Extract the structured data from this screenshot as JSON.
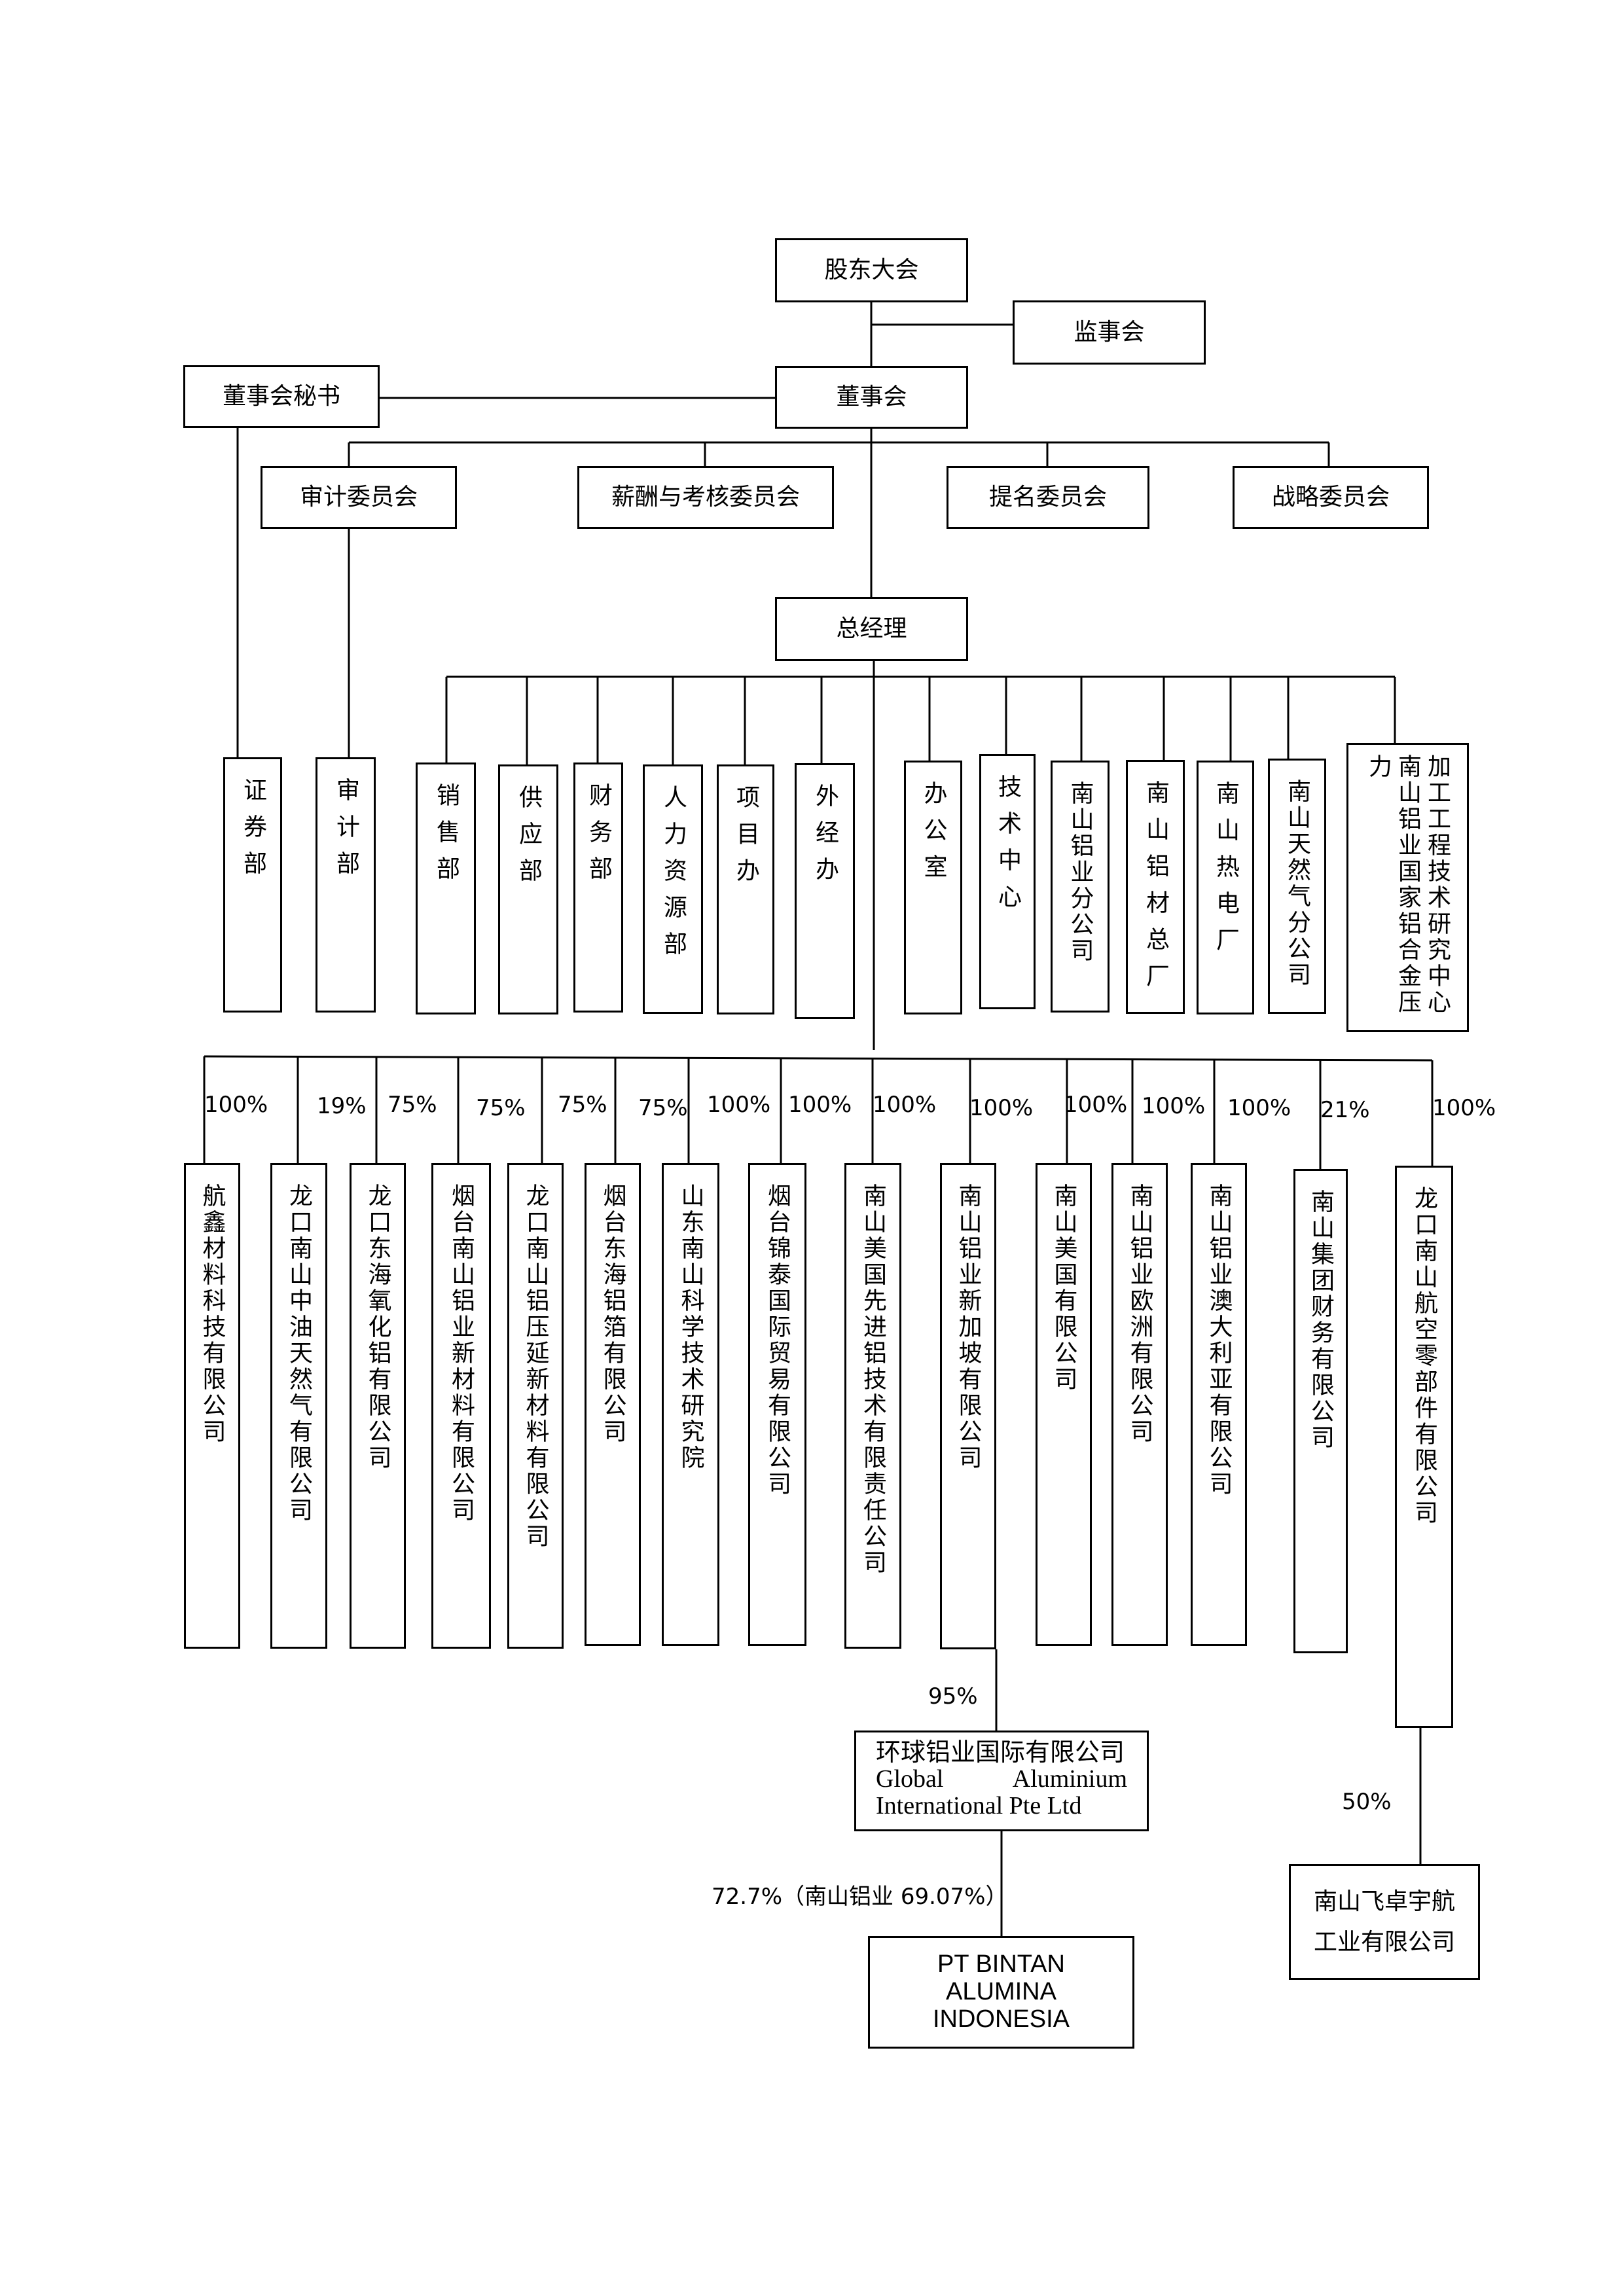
{
  "top": {
    "shareholders": "股东大会",
    "supervisors": "监事会",
    "board": "董事会",
    "board_secretary": "董事会秘书",
    "general_manager": "总经理"
  },
  "committees": [
    "审计委员会",
    "薪酬与考核委员会",
    "提名委员会",
    "战略委员会"
  ],
  "departments": {
    "securities": "证券部",
    "audit": "审计部",
    "list": [
      "销售部",
      "供应部",
      "财务部",
      "人力资源部",
      "项目办",
      "外经办",
      "办公室",
      "技术中心",
      "南山铝业分公司",
      "南山铝材总厂",
      "南山热电厂",
      "南山天然气分公司"
    ],
    "research_center": [
      "南山铝业国家铝合金压力",
      "加工工程技术研究中心"
    ]
  },
  "subsidiaries": [
    {
      "pct": "100%",
      "name": "航鑫材料科技有限公司"
    },
    {
      "pct": "19%",
      "name": "龙口南山中油天然气有限公司"
    },
    {
      "pct": "75%",
      "name": "龙口东海氧化铝有限公司"
    },
    {
      "pct": "75%",
      "name": "烟台南山铝业新材料有限公司"
    },
    {
      "pct": "75%",
      "name": "龙口南山铝压延新材料有限公司"
    },
    {
      "pct": "75%",
      "name": "烟台东海铝箔有限公司"
    },
    {
      "pct": "100%",
      "name": "山东南山科学技术研究院"
    },
    {
      "pct": "100%",
      "name": "烟台锦泰国际贸易有限公司"
    },
    {
      "pct": "100%",
      "name": "南山美国先进铝技术有限责任公司"
    },
    {
      "pct": "100%",
      "name": "南山铝业新加坡有限公司"
    },
    {
      "pct": "100%",
      "name": "南山美国有限公司"
    },
    {
      "pct": "100%",
      "name": "南山铝业欧洲有限公司"
    },
    {
      "pct": "100%",
      "name": "南山铝业澳大利亚有限公司"
    },
    {
      "pct": "21%",
      "name": "南山集团财务有限公司"
    },
    {
      "pct": "100%",
      "name": "龙口南山航空零部件有限公司"
    }
  ],
  "global_aluminium": {
    "pct": "95%",
    "line1": "环球铝业国际有限公司",
    "line2a": "Global",
    "line2b": "Aluminium",
    "line3": "International Pte Ltd"
  },
  "bintan": {
    "pct": "72.7%（南山铝业 69.07%）",
    "lines": [
      "PT BINTAN",
      "ALUMINA",
      "INDONESIA"
    ]
  },
  "feizhuo": {
    "pct": "50%",
    "lines": [
      "南山飞卓宇航",
      "工业有限公司"
    ]
  }
}
